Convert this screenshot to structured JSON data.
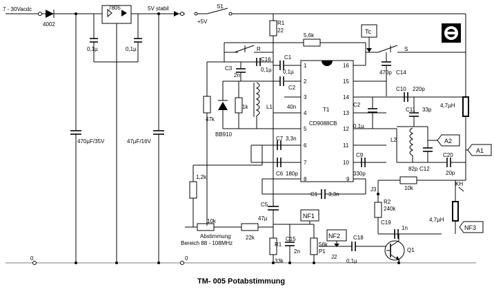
{
  "title": "TM- 005 Potabstimmung",
  "power": {
    "input_label": "7 - 30Vacdc",
    "diode": "4002",
    "regulator": "7805",
    "c_in": "0,1µ",
    "c_out": "0,1µ",
    "c_bulk1": "470µF/35V",
    "c_bulk2": "47µF/16V",
    "out_label": "5V stabil",
    "ground_left": "0",
    "ground_right": "0",
    "input_port_zero": "0"
  },
  "switch": {
    "name": "S1",
    "label": "+5V"
  },
  "components": {
    "r1": "R1",
    "r1_val": "22",
    "r_56k": "5,6k",
    "tc": "Tc",
    "sw_r": "R",
    "sw_s": "S",
    "c3": "C3",
    "c3_val": "2n",
    "c16": "C16",
    "c16_val": "0,1µ",
    "c1_top": "C1",
    "c1_top_val": "0,1µ",
    "c14": "C14",
    "c14_val": "470p",
    "c2": "C2",
    "c2_val": "40n",
    "c10": "C10",
    "c10_val": "220p",
    "c2b": "C2",
    "c2b_val": "0,1µ",
    "c11": "C11",
    "c11_val": "33p",
    "l1": "L1",
    "r_1k": "1k",
    "r_47k": "47k",
    "diode_bb": "BB910",
    "ic_name": "T1",
    "ic_part": "CD9088CB",
    "c7": "C7",
    "c7_val": "3,3n",
    "c6": "C6",
    "c6_val": "180p",
    "c9": "C9",
    "c9_val": "330p",
    "l2": "L2",
    "c12": "C12",
    "c12_val": "82p",
    "c20": "C20",
    "c20_val": "20p",
    "a1": "A1",
    "a2": "A2",
    "r_12k": "1,2k",
    "c1_bot": "C1",
    "c1_bot_val": "3,3n",
    "r_10k": "10k",
    "j3": "J3",
    "r2": "R2",
    "r2_val": "240k",
    "l_top": "4,7µH",
    "l_bot": "4,7µH",
    "kh": "KH",
    "c5": "C5",
    "c5_val": "47µ",
    "pot_val": "10k",
    "abstimmung": "Abstimmung",
    "bereich": "Bereich 88 - 108MHz",
    "r_22k": "22k",
    "nf1": "NF1",
    "nf2": "NF2",
    "nf3": "NF3",
    "c19": "C19",
    "c19_val": "1n",
    "r1b": "R1",
    "r1b_val": "33k",
    "c15": "C15",
    "c15_val": "2n",
    "p1": "P1",
    "p1_val": "56k",
    "j2": "J2",
    "c18": "C18",
    "c18_val": "0,1µ",
    "q1": "Q1"
  },
  "pins_left": [
    "1",
    "2",
    "3",
    "4",
    "5",
    "6",
    "7",
    "8"
  ],
  "pins_right": [
    "16",
    "15",
    "14",
    "13",
    "12",
    "11",
    "10",
    "9"
  ]
}
